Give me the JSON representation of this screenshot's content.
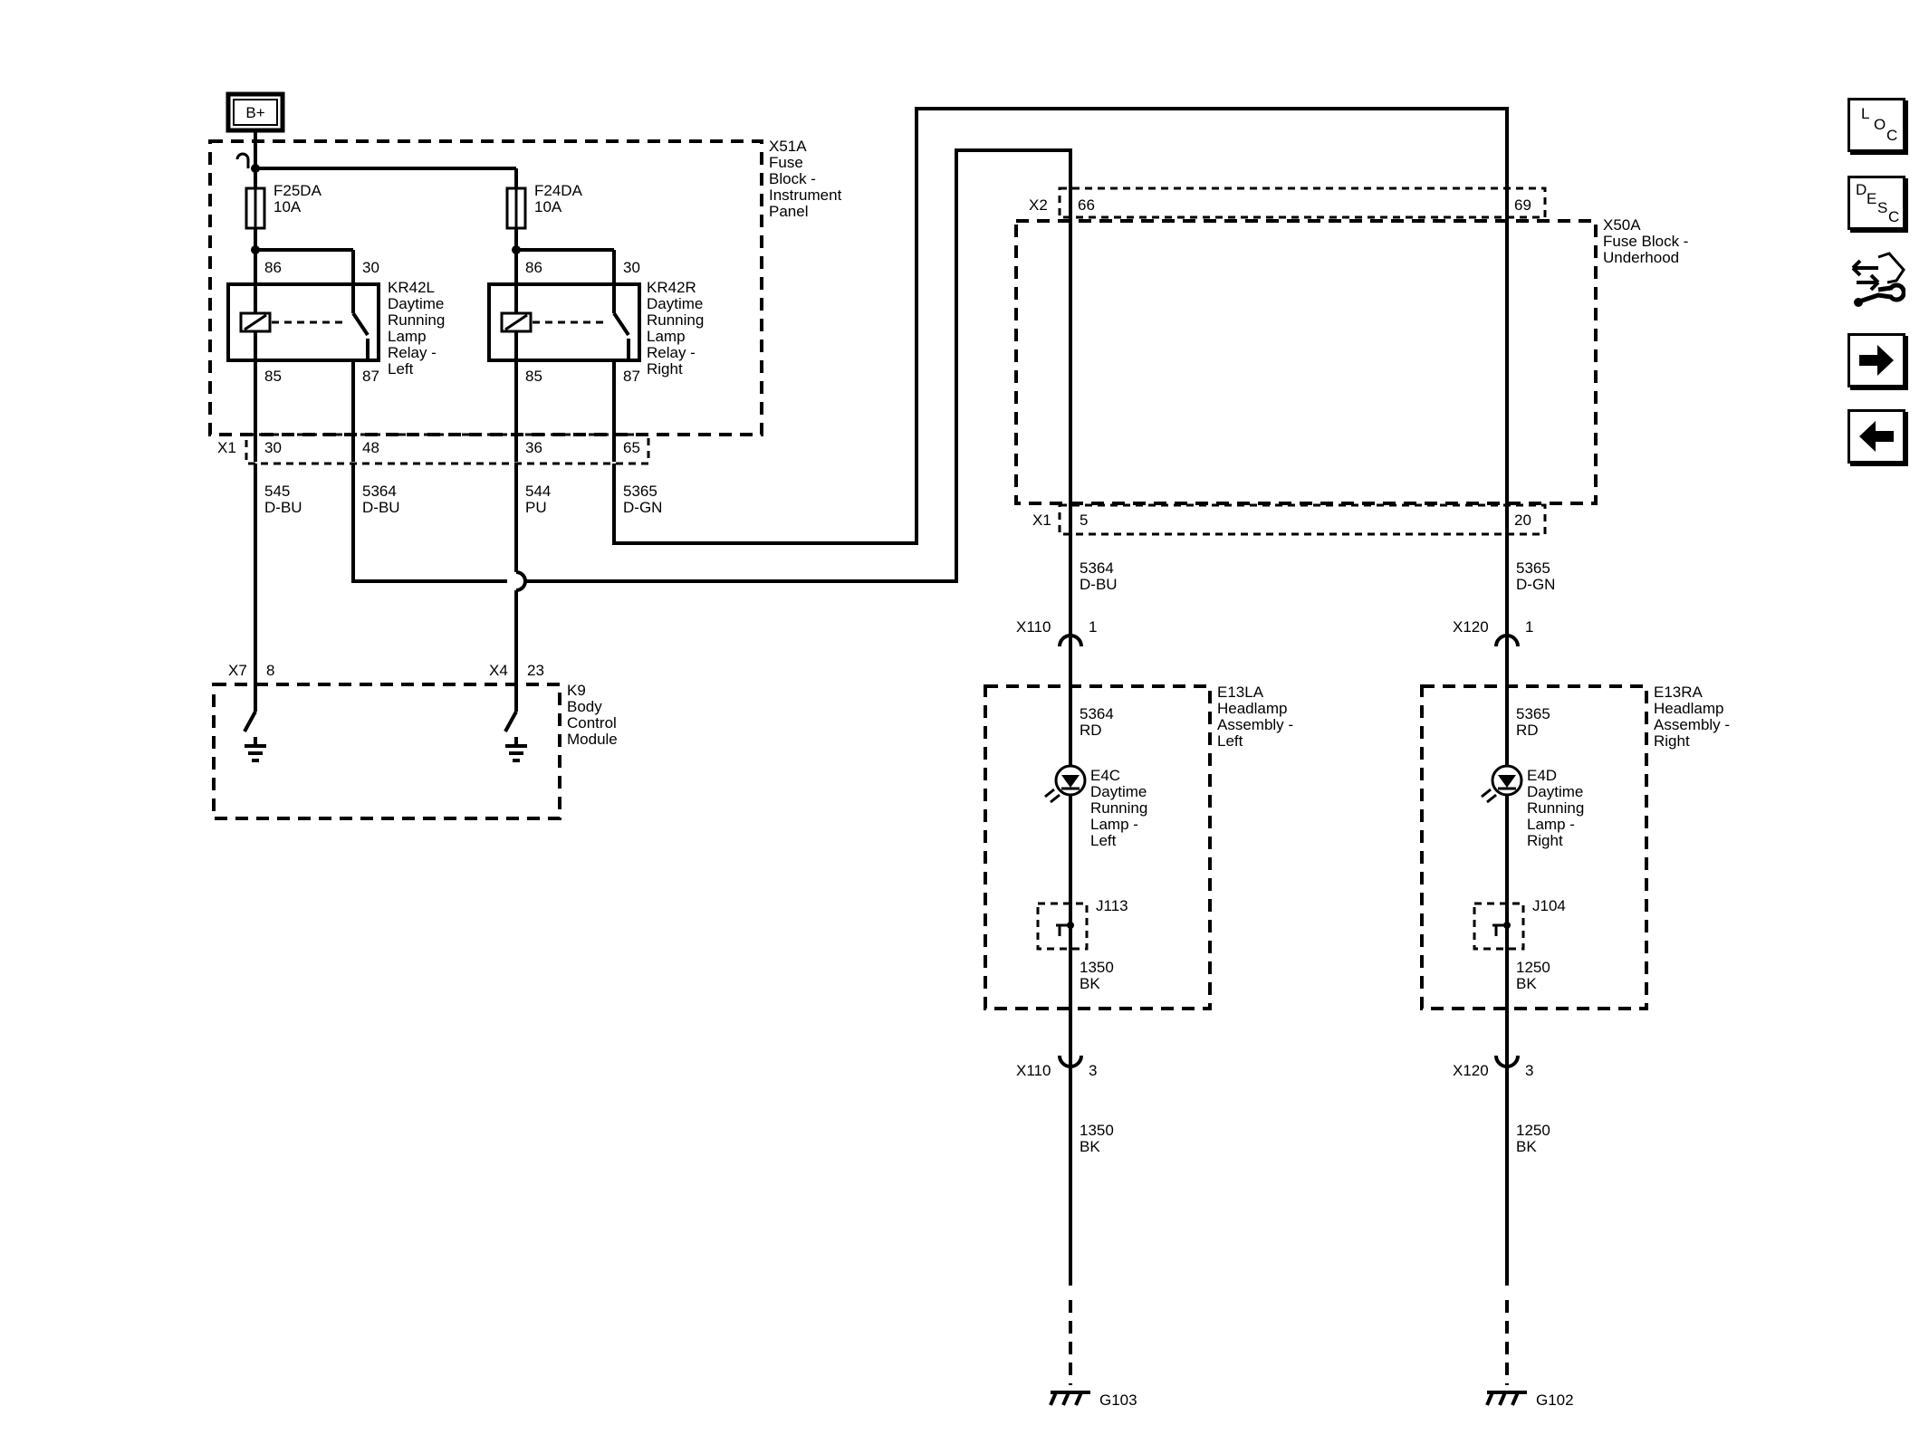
{
  "power_label": "B+",
  "fuse_block_ip": {
    "id": "X51A",
    "name": [
      "Fuse",
      "Block -",
      "Instrument",
      "Panel"
    ],
    "connector": "X1",
    "fuse_left": {
      "id": "F25DA",
      "rating": "10A"
    },
    "fuse_right": {
      "id": "F24DA",
      "rating": "10A"
    },
    "relay_left": {
      "id": "KR42L",
      "name": [
        "Daytime",
        "Running",
        "Lamp",
        "Relay -",
        "Left"
      ],
      "pin_coil_in": "86",
      "pin_switch_in": "30",
      "pin_coil_out": "85",
      "pin_switch_out": "87"
    },
    "relay_right": {
      "id": "KR42R",
      "name": [
        "Daytime",
        "Running",
        "Lamp",
        "Relay -",
        "Right"
      ],
      "pin_coil_in": "86",
      "pin_switch_in": "30",
      "pin_coil_out": "85",
      "pin_switch_out": "87"
    },
    "x1_pins": [
      "30",
      "48",
      "36",
      "65"
    ]
  },
  "wires_top": [
    {
      "circuit": "545",
      "color": "D-BU"
    },
    {
      "circuit": "5364",
      "color": "D-BU"
    },
    {
      "circuit": "544",
      "color": "PU"
    },
    {
      "circuit": "5365",
      "color": "D-GN"
    }
  ],
  "bcm": {
    "id": "K9",
    "name": [
      "Body",
      "Control",
      "Module"
    ],
    "conn_left": "X7",
    "pin_left": "8",
    "conn_right": "X4",
    "pin_right": "23"
  },
  "fuse_block_uh": {
    "id": "X50A",
    "name": [
      "Fuse Block -",
      "Underhood"
    ],
    "conn_top": "X2",
    "pin_top_left": "66",
    "pin_top_right": "69",
    "conn_bottom": "X1",
    "pin_bottom_left": "5",
    "pin_bottom_right": "20"
  },
  "left_branch": {
    "wire_top": {
      "circuit": "5364",
      "color": "D-BU"
    },
    "conn": "X110",
    "conn_pin_top": "1",
    "conn_pin_bottom": "3",
    "assembly": {
      "id": "E13LA",
      "name": [
        "Headlamp",
        "Assembly -",
        "Left"
      ]
    },
    "wire_in": {
      "circuit": "5364",
      "color": "RD"
    },
    "lamp": {
      "id": "E4C",
      "name": [
        "Daytime",
        "Running",
        "Lamp -",
        "Left"
      ]
    },
    "jumper": "J113",
    "wire_out": {
      "circuit": "1350",
      "color": "BK"
    },
    "wire_bottom": {
      "circuit": "1350",
      "color": "BK"
    },
    "ground": "G103"
  },
  "right_branch": {
    "wire_top": {
      "circuit": "5365",
      "color": "D-GN"
    },
    "conn": "X120",
    "conn_pin_top": "1",
    "conn_pin_bottom": "3",
    "assembly": {
      "id": "E13RA",
      "name": [
        "Headlamp",
        "Assembly -",
        "Right"
      ]
    },
    "wire_in": {
      "circuit": "5365",
      "color": "RD"
    },
    "lamp": {
      "id": "E4D",
      "name": [
        "Daytime",
        "Running",
        "Lamp -",
        "Right"
      ]
    },
    "jumper": "J104",
    "wire_out": {
      "circuit": "1250",
      "color": "BK"
    },
    "wire_bottom": {
      "circuit": "1250",
      "color": "BK"
    },
    "ground": "G102"
  },
  "nav": {
    "loc": [
      "L",
      "O",
      "C"
    ],
    "desc": [
      "D",
      "E",
      "S",
      "C"
    ],
    "connector_icon": "connector-wrench-icon",
    "next_icon": "arrow-right-icon",
    "prev_icon": "arrow-left-icon"
  }
}
